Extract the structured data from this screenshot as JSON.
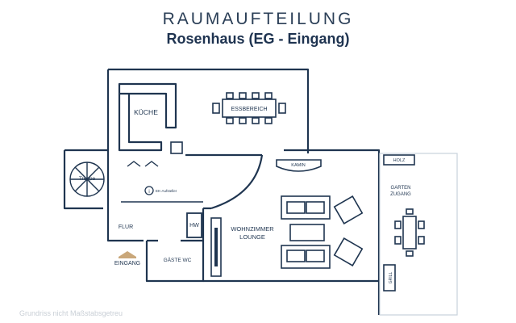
{
  "header": {
    "title": "RAUMAUFTEILUNG",
    "subtitle": "Rosenhaus (EG - Eingang)"
  },
  "rooms": {
    "kueche": "KÜCHE",
    "essbereich": "ESSBEREICH",
    "treppe": "Treppe",
    "ek_aufsteller": "EK-Aufsteller",
    "info_symbol": "i",
    "kamin": "KAMIN",
    "holz": "HOLZ",
    "garten_line1": "GARTEN",
    "garten_line2": "ZUGANG",
    "flur": "FLUR",
    "hw": "HW",
    "wohnzimmer_line1": "WOHNZIMMER",
    "wohnzimmer_line2": "LOUNGE",
    "eingang": "EINGANG",
    "gaeste_wc": "GÄSTE WC",
    "grill": "GRILL"
  },
  "footer": {
    "note": "Grundriss nicht Maßstabsgetreu"
  },
  "colors": {
    "wall": "#1f3550",
    "entrance_marker": "#c9a77a",
    "annex_outline": "#c9d3dd",
    "footnote": "#c9cfd6"
  }
}
